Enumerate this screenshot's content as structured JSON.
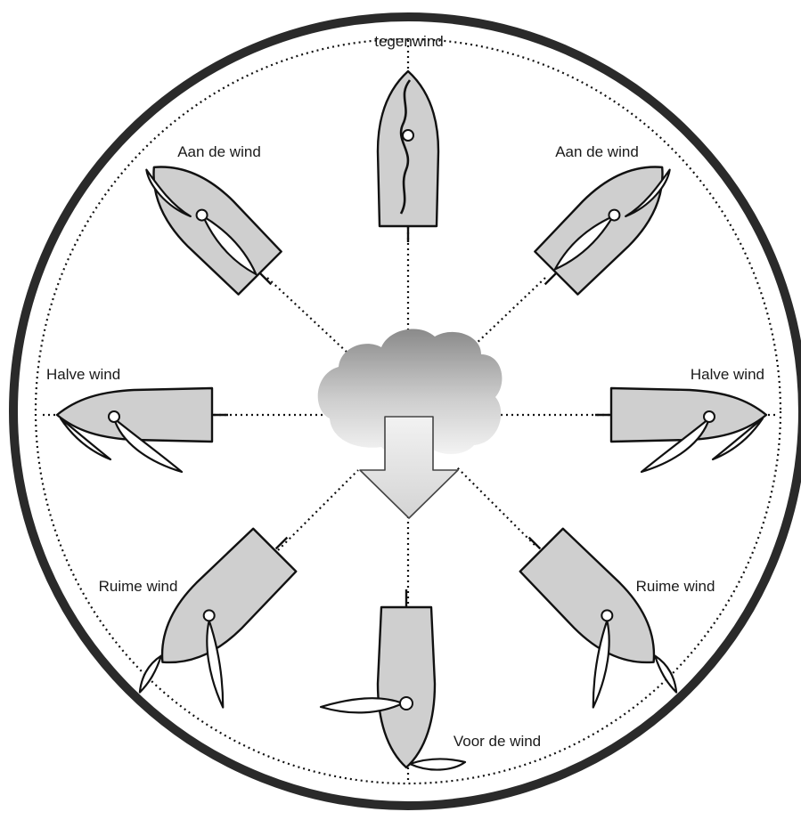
{
  "labels": {
    "tegenwind": "tegenwind",
    "aan_de_wind_left": "Aan de wind",
    "aan_de_wind_right": "Aan de wind",
    "halve_wind_left": "Halve wind",
    "halve_wind_right": "Halve wind",
    "ruime_wind_left": "Ruime wind",
    "ruime_wind_right": "Ruime wind",
    "voor_de_wind": "Voor de wind"
  }
}
